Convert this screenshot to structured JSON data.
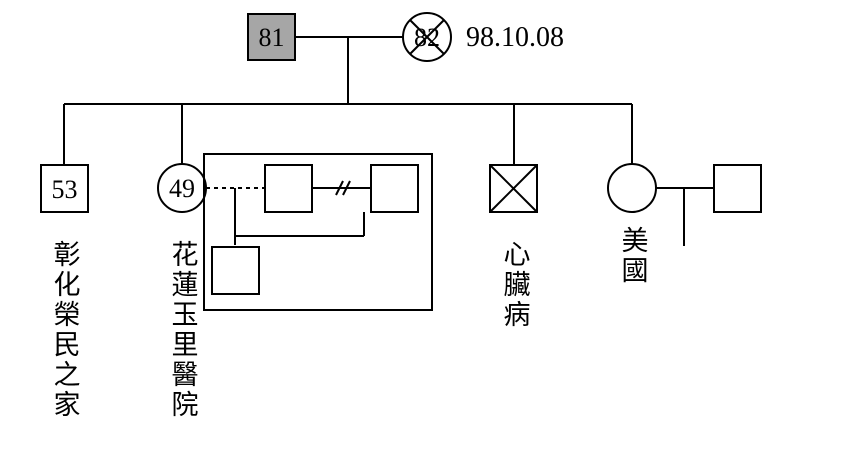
{
  "father": {
    "age": "81"
  },
  "mother": {
    "age": "82",
    "death_date": "98.10.08"
  },
  "children": [
    {
      "id": "son",
      "age": "53",
      "note": "彰化榮民之家"
    },
    {
      "id": "daughter",
      "age": "49",
      "note": "花蓮玉里醫院"
    },
    {
      "id": "deceased-son",
      "note": "心臟病"
    },
    {
      "id": "youngest-daughter",
      "note": "美國"
    }
  ]
}
